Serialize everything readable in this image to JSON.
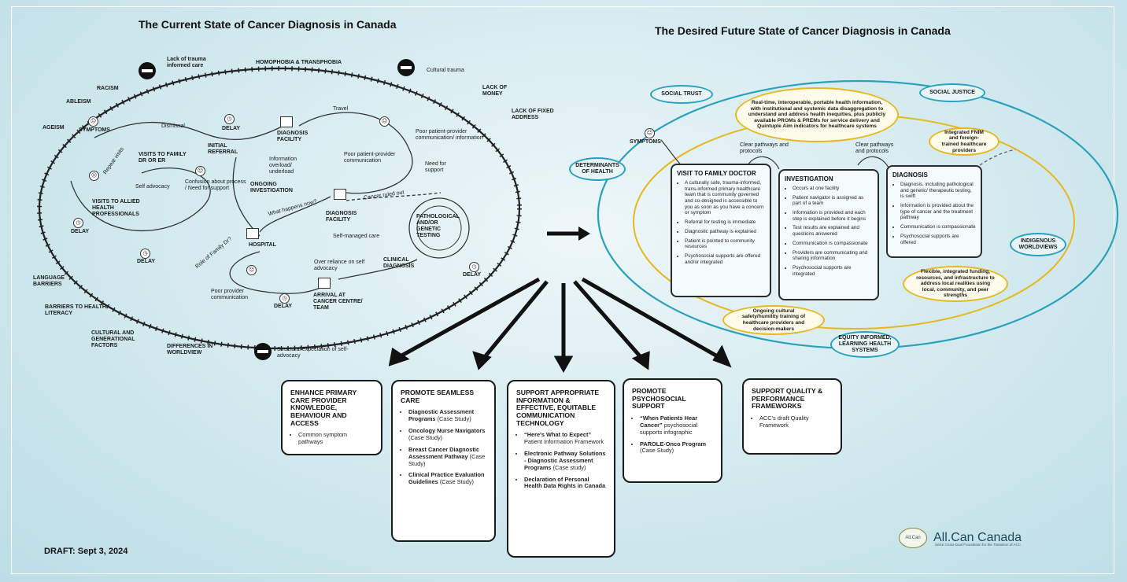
{
  "titles": {
    "current": "The Current State of Cancer Diagnosis in Canada",
    "future": "The Desired Future State of Cancer Diagnosis in Canada"
  },
  "current_state": {
    "barriers": {
      "lack_trauma": "Lack of trauma informed care",
      "homophobia": "HOMOPHOBIA & TRANSPHOBIA",
      "cultural_trauma": "Cultural trauma",
      "lack_money": "LACK OF MONEY",
      "lack_address": "LACK OF FIXED ADDRESS",
      "racism": "RACISM",
      "ableism": "ABLEISM",
      "ageism": "AGEISM",
      "language": "LANGUAGE BARRIERS",
      "health_literacy": "BARRIERS TO HEALTH LITERACY",
      "cultural_gen": "CULTURAL AND GENERATIONAL FACTORS",
      "worldview": "DIFFERENCES IN WORLDVIEW",
      "structural": "Structural expectation of self-advocacy"
    },
    "journey": {
      "symptoms": "SYMPTOMS",
      "dismissal": "Dismissal",
      "delay": "DELAY",
      "diagnosis_facility": "DIAGNOSIS FACILITY",
      "travel": "Travel",
      "initial_referral": "INITIAL REFERRAL",
      "visits_family": "VISITS TO FAMILY DR OR ER",
      "repeat_visits": "Repeat visits",
      "self_advocacy": "Self advocacy",
      "visits_allied": "VISITS TO ALLIED HEALTH PROFESSIONALS",
      "confusion": "Confusion about process / Need for support",
      "info_overload": "Information overload/ underload",
      "ongoing_investigation": "ONGOING INVESTIGATION",
      "poor_comm1": "Poor patient-provider communication",
      "poor_comm2": "Poor patient-provider communication/ information",
      "need_support": "Need for support",
      "what_happens": "What happens now?",
      "cancer_ruled_out": "Cancer ruled out",
      "pathological": "PATHOLOGICAL AND/OR GENETIC TESTING",
      "self_managed": "Self-managed care",
      "hospital": "HOSPITAL",
      "role_family": "Role of Family Dr?",
      "over_reliance": "Over reliance on self advocacy",
      "clinical_diagnosis": "CLINICAL DIAGNOSIS",
      "poor_provider": "Poor provider communication",
      "arrival": "ARRIVAL AT CANCER CENTRE/ TEAM"
    }
  },
  "future_state": {
    "ovals": {
      "social_trust": "SOCIAL TRUST",
      "social_justice": "SOCIAL JUSTICE",
      "determinants": "DETERMINANTS OF HEALTH",
      "indigenous": "INDIGENOUS WORLDVIEWS",
      "equity": "EQUITY INFORMED, LEARNING HEALTH SYSTEMS"
    },
    "yellow": {
      "realtime": "Real-time, interoperable, portable health information, with institutional and systemic data disaggregation to understand and address health inequities, plus publicly available PROMs & PREMs for service delivery and Quintuple Aim indicators for healthcare systems",
      "fnim": "Integrated FNIM and foreign-trained healthcare providers",
      "flexible": "Flexible, integrated funding, resources, and infrastructure to address local realities using local, community, and peer strengths",
      "ongoing": "Ongoing cultural safety/humility training of healthcare providers and decision-makers"
    },
    "symptoms": "SYMPTOMS",
    "clear1": "Clear pathways and protocols",
    "clear2": "Clear pathways and protocols",
    "stages": [
      {
        "title": "VISIT TO FAMILY DOCTOR",
        "items": [
          "A culturally safe, trauma-informed, trans-informed primary healthcare team that is community governed and co-designed is accessible to you as soon as you have a concern or symptom",
          "Referral for testing is immediate",
          "Diagnostic pathway is explained",
          "Patient is pointed to community resources",
          "Psychosocial supports are offered and/or integrated"
        ]
      },
      {
        "title": "INVESTIGATION",
        "items": [
          "Occurs at one facility",
          "Patient navigator is assigned as part of a team",
          "Information is provided and each step is explained before it begins",
          "Test results are explained and questions answered",
          "Communication is compassionate",
          "Providers are communicating and sharing information",
          "Psychosocial supports are integrated"
        ]
      },
      {
        "title": "DIAGNOSIS",
        "items": [
          "Diagnosis, including pathological and genetic/ therapeutic testing, is swift",
          "Information is provided about the type of cancer and the treatment pathway",
          "Communication is compassionate",
          "Psychosocial supports are offered"
        ]
      }
    ]
  },
  "actions": [
    {
      "title": "ENHANCE PRIMARY CARE PROVIDER KNOWLEDGE, BEHAVIOUR AND ACCESS",
      "items": [
        {
          "b": "",
          "n": "Common symptom pathways"
        }
      ]
    },
    {
      "title": "PROMOTE SEAMLESS CARE",
      "items": [
        {
          "b": "Diagnostic Assessment Programs",
          "n": " (Case Study)"
        },
        {
          "b": "Oncology Nurse Navigators",
          "n": " (Case Study)"
        },
        {
          "b": "Breast Cancer Diagnostic Assessment Pathway",
          "n": " (Case Study)"
        },
        {
          "b": "Clinical Practice Evaluation Guidelines",
          "n": " (Case Study)"
        }
      ]
    },
    {
      "title": "SUPPORT APPROPRIATE INFORMATION & EFFECTIVE, EQUITABLE COMMUNICATION TECHNOLOGY",
      "items": [
        {
          "b": "“Here's What to Expect”",
          "n": " Patient Information Framework"
        },
        {
          "b": "Electronic Pathway Solutions - Diagnostic Assessment Programs",
          "n": " (Case study)"
        },
        {
          "b": "Declaration of Personal Health Data Rights in Canada",
          "n": ""
        }
      ]
    },
    {
      "title": "PROMOTE PSYCHOSOCIAL SUPPORT",
      "items": [
        {
          "b": "“When Patients Hear Cancer”",
          "n": " psychosocial supports infographic"
        },
        {
          "b": "PAROLE-Onco Program",
          "n": " (Case Study)"
        }
      ]
    },
    {
      "title": "SUPPORT QUALITY & PERFORMANCE FRAMEWORKS",
      "items": [
        {
          "b": "",
          "n": "ACC's draft Quality Framework"
        }
      ]
    }
  ],
  "footer": {
    "draft": "DRAFT: Sept 3, 2024",
    "logo_mark": "All.Can",
    "logo_text": "All.Can Canada",
    "logo_sub": "Seize Cross-Dual Foundation for the Transition of ACC"
  },
  "colors": {
    "accent_blue": "#2aa0bd",
    "accent_yellow": "#e6b820",
    "background": "#cfe6ec"
  }
}
